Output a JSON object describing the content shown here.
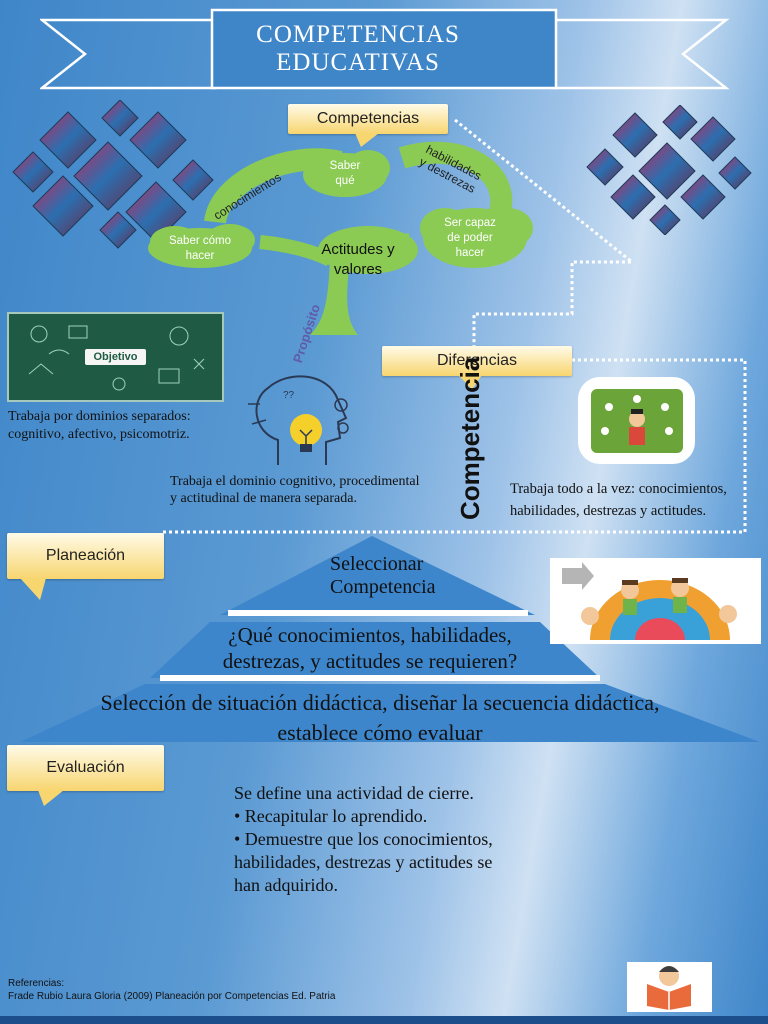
{
  "title": {
    "line1": "COMPETENCIAS",
    "line2": "EDUCATIVAS"
  },
  "competencias": {
    "callout": "Competencias",
    "tree": {
      "clouds": [
        "Saber qué",
        "Saber cómo hacer",
        "Ser capaz de poder hacer"
      ],
      "branch_labels": [
        "conocimientos",
        "habilidades y destrezas"
      ],
      "trunk_label": "Actitudes y valores"
    }
  },
  "objetivo": {
    "badge": "Objetivo",
    "text": "Trabaja por dominios separados: cognitivo, afectivo, psicomotriz."
  },
  "proposito": {
    "label": "Propósito",
    "text": "Trabaja el dominio cognitivo, procedimental y actitudinal de manera separada."
  },
  "diferencias": {
    "callout": "Diferencias"
  },
  "competencia": {
    "label": "Competencia",
    "text": "Trabaja todo a la vez: conocimientos, habilidades, destrezas y actitudes."
  },
  "planeacion": {
    "callout": "Planeación",
    "pyramid_top": "Seleccionar Competencia",
    "question": "¿Qué conocimientos, habilidades, destrezas, y actitudes se requieren?",
    "selection": "Selección de situación didáctica, diseñar la secuencia didáctica, establece cómo evaluar"
  },
  "evaluacion": {
    "callout": "Evaluación",
    "lines": [
      "Se define una actividad de cierre.",
      "• Recapitular lo aprendido.",
      "• Demuestre que los conocimientos, habilidades, destrezas y actitudes se han adquirido."
    ]
  },
  "referencias": {
    "label": "Referencias:",
    "citation": "Frade Rubio Laura Gloria (2009) Planeación por Competencias Ed. Patria"
  },
  "colors": {
    "background": "#3f86c9",
    "tree_green": "#8bcb54",
    "callout_yellow": "#f7d56f",
    "pyramid_blue": "#3d86cc"
  },
  "icons": [
    "diamond-mosaic-image",
    "tree-diagram",
    "chalkboard-image",
    "head-lightbulb-icon",
    "student-hub-image",
    "children-puzzle-image",
    "reading-child-icon"
  ]
}
